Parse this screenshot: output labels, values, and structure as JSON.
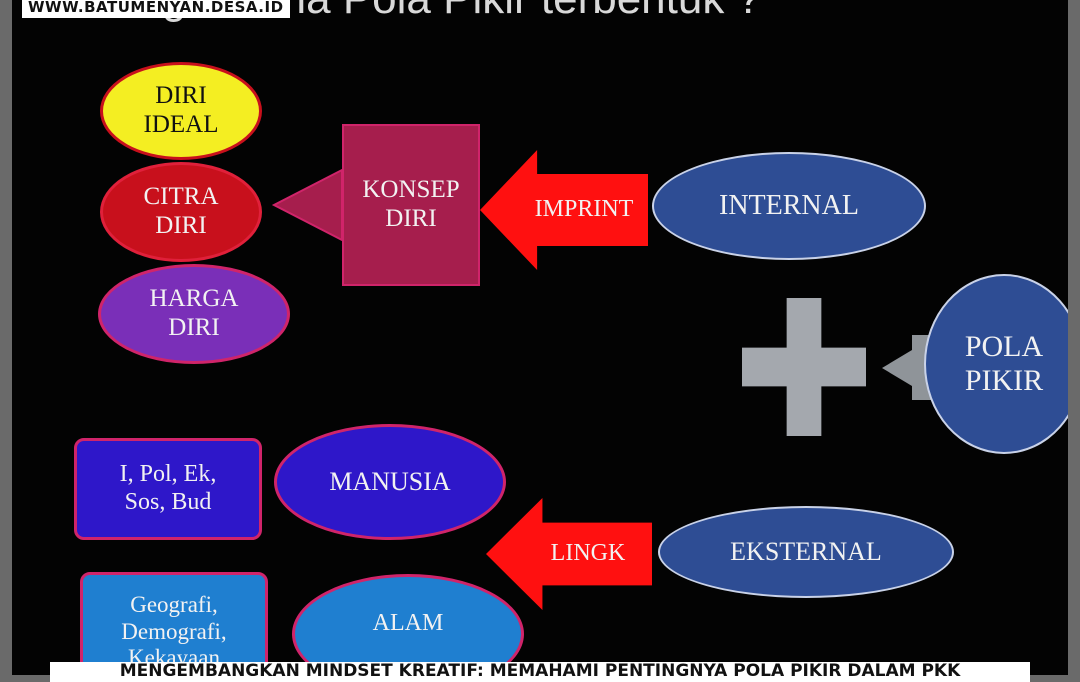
{
  "watermark": "WWW.BATUMENYAN.DESA.ID",
  "title": "Bagaimana Pola Pikir terbentuk ?",
  "nodes": {
    "diri_ideal": "DIRI\nIDEAL",
    "citra_diri": "CITRA\nDIRI",
    "harga_diri": "HARGA\nDIRI",
    "konsep_diri": "KONSEP\nDIRI",
    "imprint": "IMPRINT",
    "internal": "INTERNAL",
    "pola_pikir": "POLA\nPIKIR",
    "manusia": "MANUSIA",
    "ipoleksosbud": "I, Pol, Ek,\nSos, Bud",
    "lingk": "LINGK",
    "eksternal": "EKSTERNAL",
    "geografi": "Geografi,\nDemografi,\nKekayaan",
    "alam": "ALAM"
  },
  "banner": "MENGEMBANGKAN MINDSET KREATIF: MEMAHAMI PENTINGNYA POLA PIKIR DALAM PKK",
  "colors": {
    "background": "#030303",
    "yellow": "#f4ee22",
    "red": "#c8101c",
    "purple": "#7a2fb8",
    "maroon": "#a61e4d",
    "navy": "#2e4d94",
    "blue": "#2e17c9",
    "cyan": "#1f7fd0",
    "gray": "#a4a8ae",
    "arrow_red": "#ff1010",
    "border_pink": "#d0246a"
  }
}
